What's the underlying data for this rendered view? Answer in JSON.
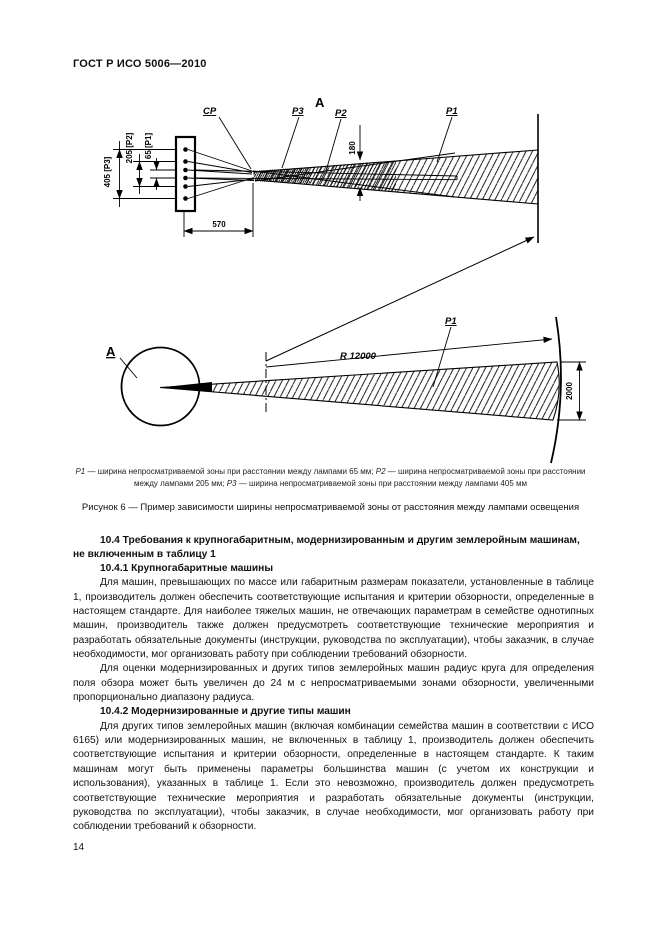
{
  "page": {
    "header": "ГОСТ Р ИСО 5006—2010",
    "number": "14"
  },
  "figure": {
    "labels": {
      "view_a_top": "A",
      "view_a_bottom": "A",
      "cp": "CP",
      "p1_top": "P1",
      "p2": "P2",
      "p3": "P3",
      "p1_bottom": "P1",
      "dim_65": "65 [P1]",
      "dim_205": "205 [P2]",
      "dim_405": "405 [P3]",
      "dim_180": "180",
      "dim_570": "570",
      "dim_2000": "2000",
      "radius": "R 12000"
    },
    "legend": [
      {
        "term": "P1",
        "desc": " — ширина непросматриваемой зоны при расстоянии между лампами 65 мм; "
      },
      {
        "term": "P2",
        "desc": " — ширина непросматриваемой зоны при расстоянии между лампами 205 мм; "
      },
      {
        "term": "P3",
        "desc": " — ширина непросматриваемой зоны при расстоянии между лампами 405 мм"
      }
    ],
    "caption": "Рисунок 6 — Пример зависимости ширины непросматриваемой зоны от расстояния между лампами освещения"
  },
  "content": {
    "heading_104": "10.4 Требования к крупногабаритным, модернизированным и другим землеройным машинам, не включенным в таблицу 1",
    "heading_1041": "10.4.1 Крупногабаритные машины",
    "para_1041_1": "Для машин, превышающих по массе или габаритным размерам показатели, установленные в таблице 1, производитель должен обеспечить соответствующие испытания и критерии обзорности, определенные в настоящем стандарте. Для наиболее тяжелых машин, не отвечающих параметрам в семействе однотипных машин, производитель также должен предусмотреть соответствующие технические мероприятия и разработать обязательные документы (инструкции, руководства по эксплуатации), чтобы заказчик, в случае необходимости, мог организовать работу при соблюдении требований обзорности.",
    "para_1041_2": "Для оценки модернизированных и других типов землеройных машин радиус круга для определения поля обзора может быть увеличен до 24 м с непросматриваемыми зонами обзорности, увеличенными пропорционально диапазону радиуса.",
    "heading_1042": "10.4.2 Модернизированные и другие типы машин",
    "para_1042_1": "Для других типов землеройных машин (включая комбинации семейства машин в соответствии с ИСО 6165) или модернизированных машин, не включенных в таблицу 1, производитель должен обеспечить соответствующие испытания и критерии обзорности, определенные в настоящем стандарте. К таким машинам могут быть применены параметры большинства машин (с учетом их конструкции и использования), указанных в таблице 1. Если это невозможно, производитель должен предусмотреть соответствующие технические мероприятия и разработать обязательные документы (инструкции, руководства по эксплуатации), чтобы заказчик, в случае необходимости, мог организовать работу при соблюдении требований к обзорности."
  }
}
